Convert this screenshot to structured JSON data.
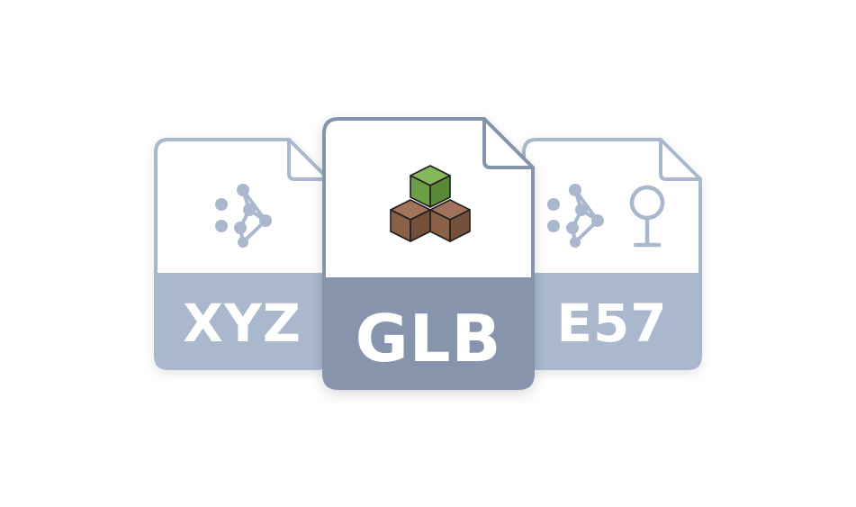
{
  "files": [
    {
      "extension": "XYZ",
      "icon": "point-cloud-icon",
      "colors": {
        "border": "#a9b8cd",
        "body": "#ffffff",
        "label_band": "#a9b8cd",
        "icon": "#a9b8cd",
        "label_text": "#ffffff"
      }
    },
    {
      "extension": "GLB",
      "icon": "stacked-cubes-icon",
      "colors": {
        "border": "#8494aa",
        "body": "#ffffff",
        "label_band": "#8695ab",
        "label_text": "#ffffff",
        "cube_top": "#6d9e45",
        "cube_bottom": "#8a6046",
        "cube_outline": "#1e1e1e"
      }
    },
    {
      "extension": "E57",
      "icons": [
        "point-cloud-icon",
        "pin-icon"
      ],
      "colors": {
        "border": "#a9b8cd",
        "body": "#ffffff",
        "label_band": "#a9b8cd",
        "icon": "#a9b8cd",
        "label_text": "#ffffff"
      }
    }
  ]
}
